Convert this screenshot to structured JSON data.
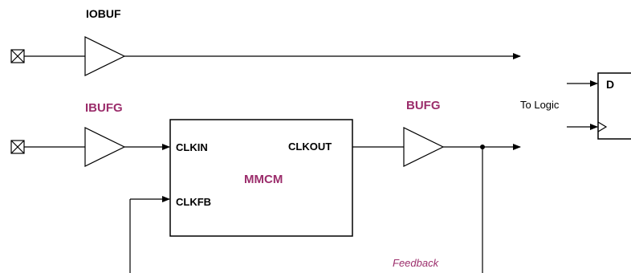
{
  "labels": {
    "iobuf": "IOBUF",
    "ibufg": "IBUFG",
    "bufg": "BUFG",
    "mmcm": "MMCM",
    "clkin": "CLKIN",
    "clkout": "CLKOUT",
    "clkfb": "CLKFB",
    "to_logic": "To Logic",
    "d": "D",
    "feedback": "Feedback"
  },
  "colors": {
    "accent": "#9b2d6b",
    "line": "#000000"
  }
}
